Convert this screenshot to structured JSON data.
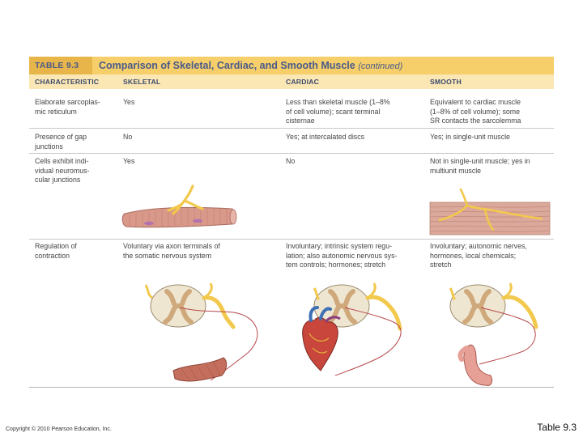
{
  "table": {
    "number": "TABLE 9.3",
    "title": "Comparison of Skeletal, Cardiac, and Smooth Muscle",
    "title_suffix": "(continued)",
    "headers": [
      "CHARACTERISTIC",
      "SKELETAL",
      "CARDIAC",
      "SMOOTH"
    ],
    "rows": [
      {
        "characteristic": [
          "Elaborate sarcoplas-",
          "mic reticulum"
        ],
        "skeletal": [
          "Yes"
        ],
        "cardiac": [
          "Less than skeletal muscle (1–8%",
          "of cell volume); scant terminal",
          "cisternae"
        ],
        "smooth": [
          "Equivalent to cardiac muscle",
          "(1–8% of cell volume); some",
          "SR contacts the sarcolemma"
        ]
      },
      {
        "characteristic": [
          "Presence of gap",
          "junctions"
        ],
        "skeletal": [
          "No"
        ],
        "cardiac": [
          "Yes; at intercalated discs"
        ],
        "smooth": [
          "Yes; in single-unit muscle"
        ]
      },
      {
        "characteristic": [
          "Cells exhibit indi-",
          "vidual neuromus-",
          "cular junctions"
        ],
        "skeletal": [
          "Yes"
        ],
        "cardiac": [
          "No"
        ],
        "smooth": [
          "Not in single-unit muscle; yes in",
          "multiunit muscle"
        ]
      },
      {
        "characteristic": [
          "Regulation of",
          "contraction"
        ],
        "skeletal": [
          "Voluntary via axon terminals of",
          "the somatic nervous system"
        ],
        "cardiac": [
          "Involuntary; intrinsic system regu-",
          "lation; also autonomic nervous sys-",
          "tem controls; hormones; stretch"
        ],
        "smooth": [
          "Involuntary; autonomic nerves,",
          "hormones, local chemicals;",
          "stretch"
        ]
      }
    ]
  },
  "footer": {
    "copyright": "Copyright © 2010 Pearson Education, Inc.",
    "caption": "Table 9.3"
  },
  "colors": {
    "title_bar": "#f6cf6a",
    "title_tab": "#e8b54a",
    "header_row": "#fbe7b3",
    "heading_text": "#4a5a8a",
    "nerve_yellow": "#f2c94c",
    "muscle_pink": "#d9998a",
    "axon_red": "#b8484b"
  },
  "icons": [
    "skeletal-muscle-fiber-illustration",
    "smooth-muscle-sheet-illustration",
    "spinal-cord-icon",
    "skeletal-muscle-icon",
    "heart-icon",
    "stomach-icon"
  ]
}
